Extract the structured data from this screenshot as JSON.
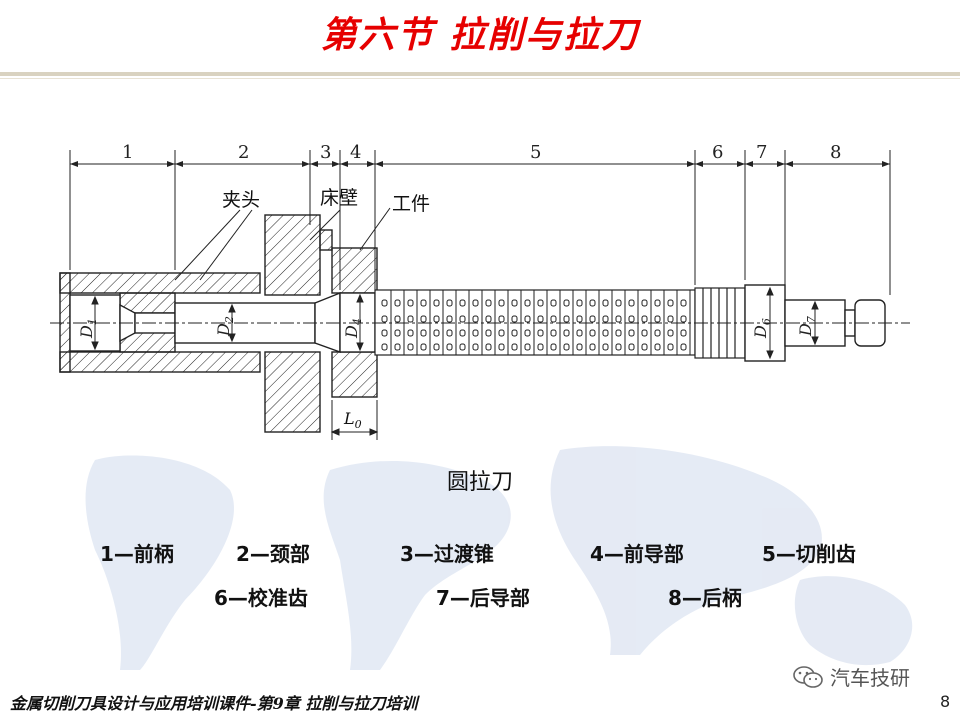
{
  "slide": {
    "title": "第六节  拉削与拉刀",
    "caption": "圆拉刀",
    "page_number": "8",
    "footer": "金属切削刀具设计与应用培训课件-第9章 拉削与拉刀培训",
    "watermark": "汽车技研",
    "accent_color": "#e60000"
  },
  "diagram": {
    "segment_numbers": [
      "1",
      "2",
      "3",
      "4",
      "5",
      "6",
      "7",
      "8"
    ],
    "labels": {
      "chuck": "夹头",
      "bed_wall": "床壁",
      "workpiece": "工件",
      "l0": "L",
      "l0_sub": "0"
    },
    "diameters": [
      {
        "main": "D",
        "sub": "1"
      },
      {
        "main": "D",
        "sub": "2"
      },
      {
        "main": "D",
        "sub": "4"
      },
      {
        "main": "D",
        "sub": "6"
      },
      {
        "main": "D",
        "sub": "7"
      }
    ]
  },
  "legend": {
    "row1": [
      "1—前柄",
      "2—颈部",
      "3—过渡锥",
      "4—前导部",
      "5—切削齿"
    ],
    "row2": [
      "6—校准齿",
      "7—后导部",
      "8—后柄"
    ]
  }
}
